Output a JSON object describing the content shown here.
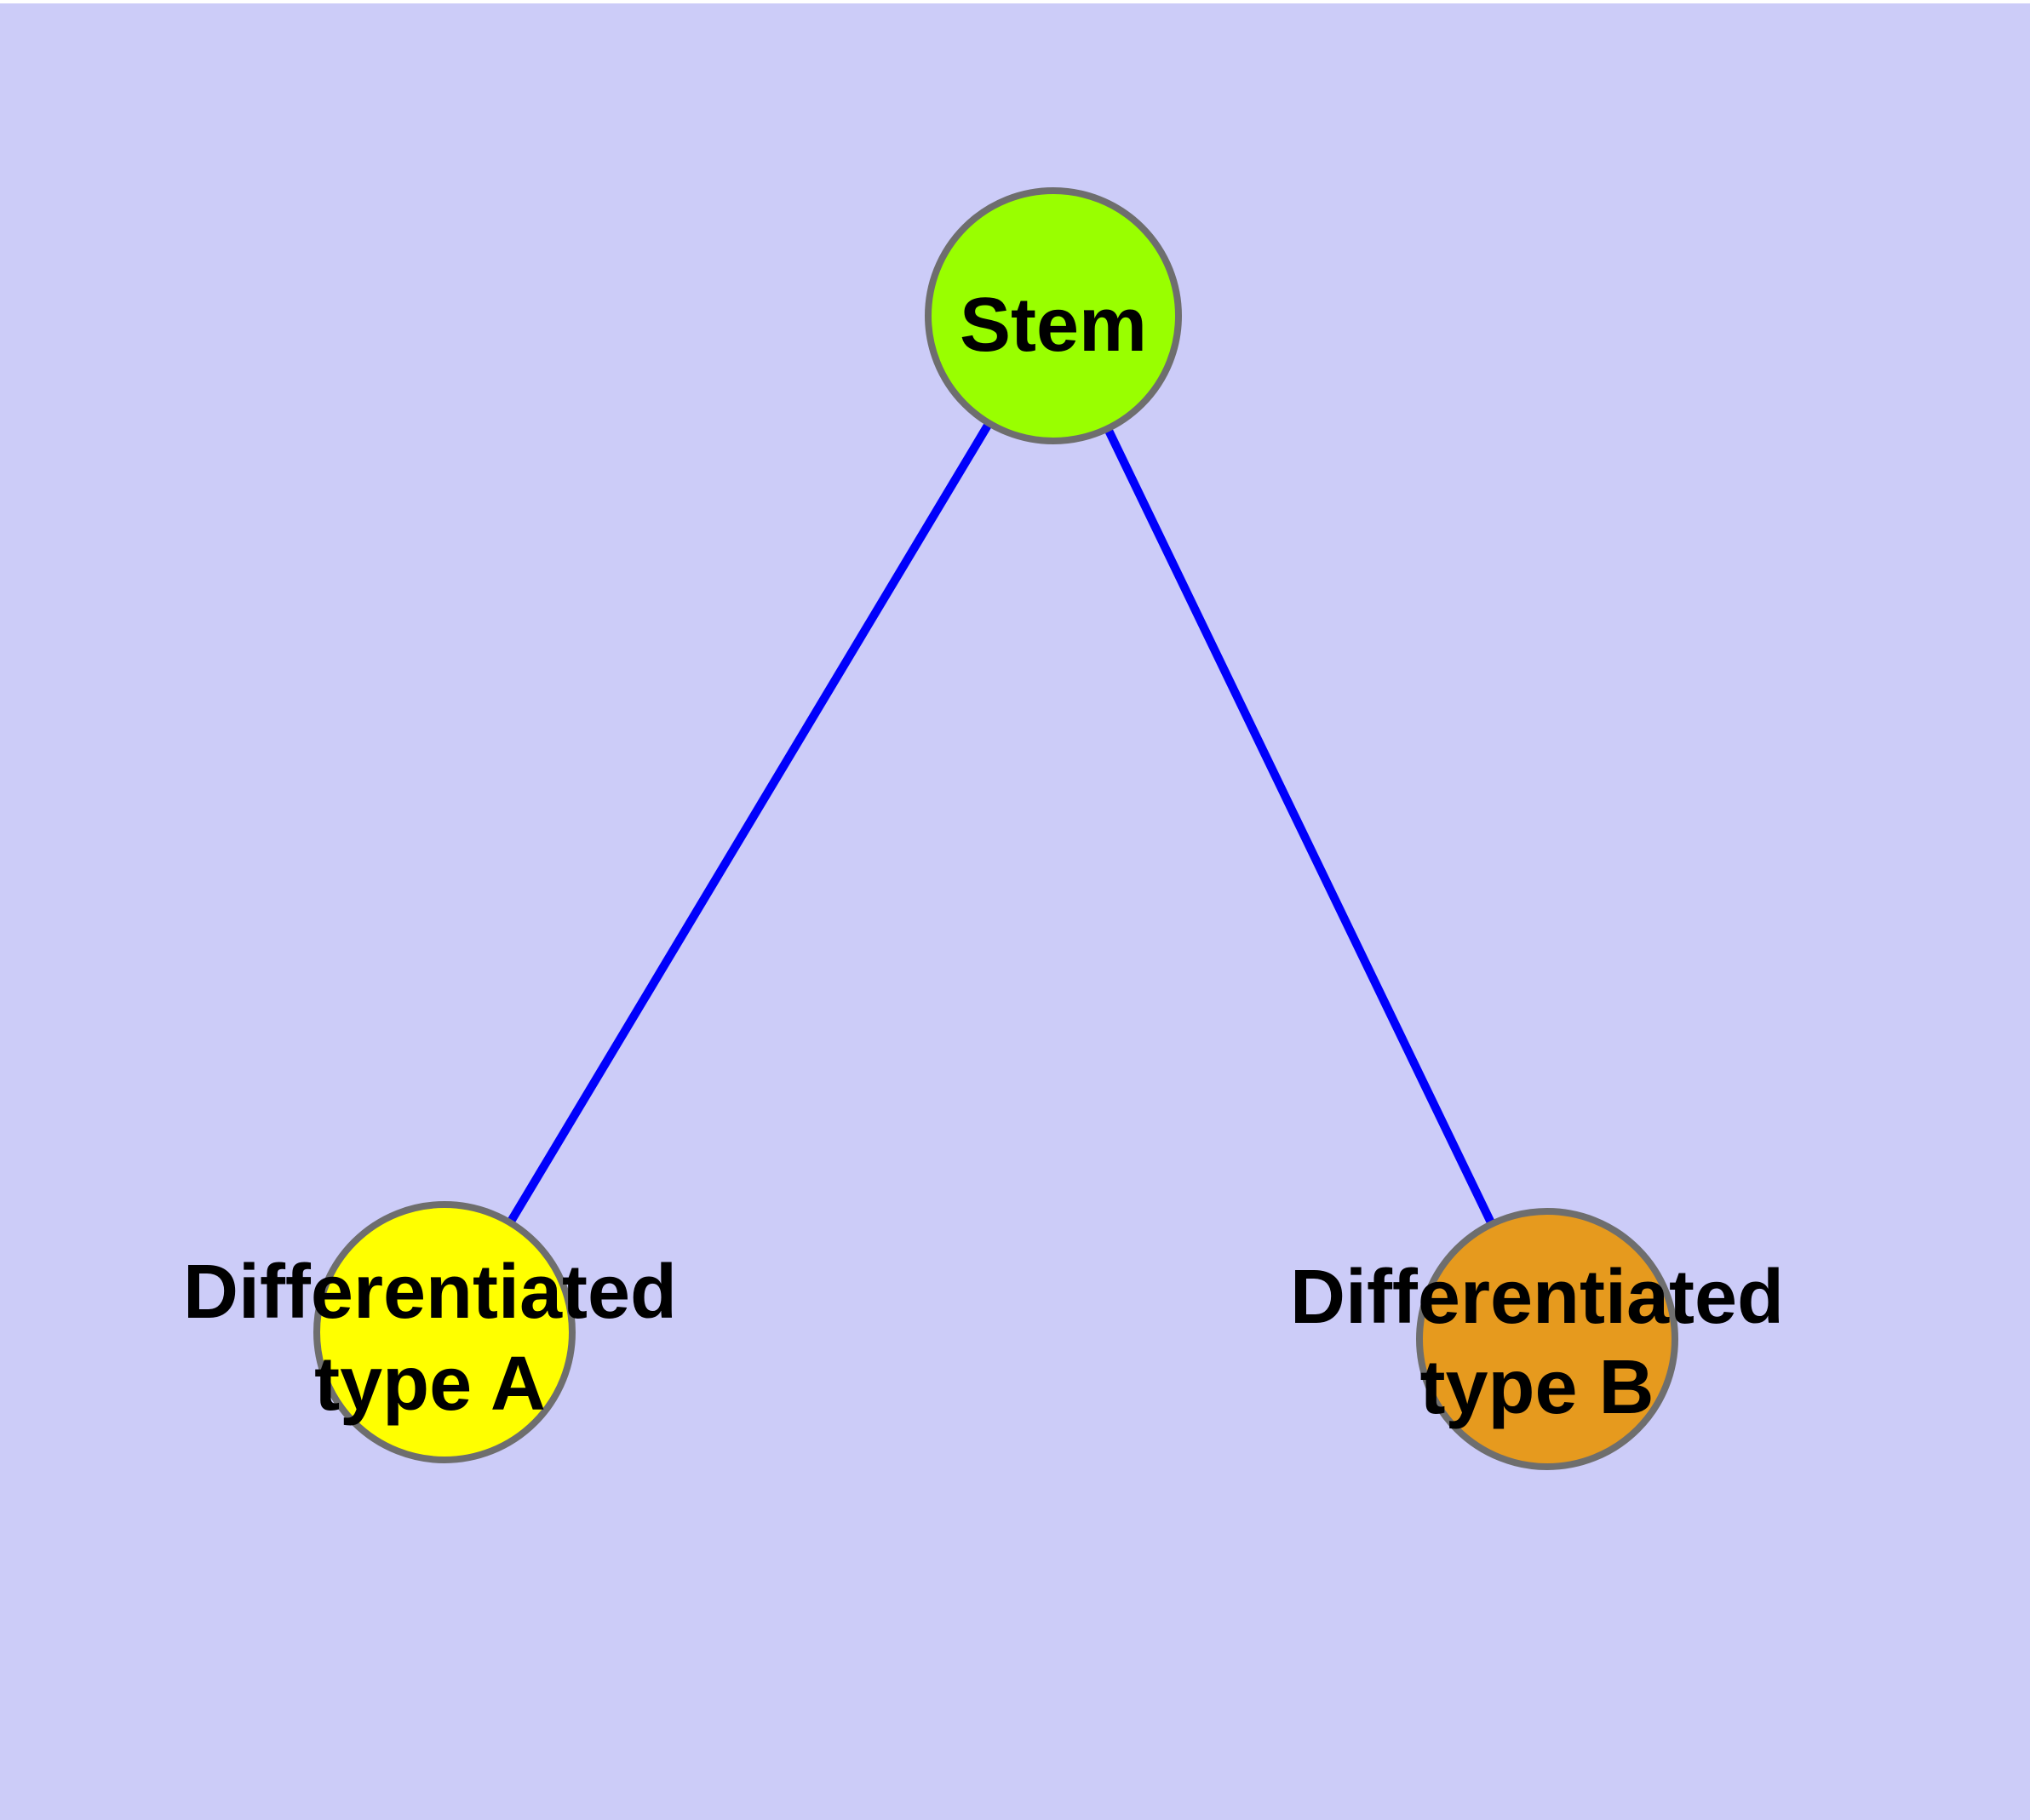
{
  "figure": {
    "title": "Stem cell differentiation diagram",
    "background_color": "#CCCCF8",
    "top_margin_color": "#FFFFFF",
    "edge_color": "#0000FB",
    "node_border_color": "#6E6E6E",
    "label_color": "#000000",
    "nodes": {
      "stem": {
        "label": "Stem",
        "color": "#99FF00"
      },
      "type_a": {
        "label_line1": "Differentiated",
        "label_line2": "type A",
        "color": "#FFFF00"
      },
      "type_b": {
        "label_line1": "Differentiated",
        "label_line2": "type B",
        "color": "#E69A1E"
      }
    },
    "edges": [
      {
        "from": "stem",
        "to": "type_a"
      },
      {
        "from": "stem",
        "to": "type_b"
      }
    ]
  }
}
